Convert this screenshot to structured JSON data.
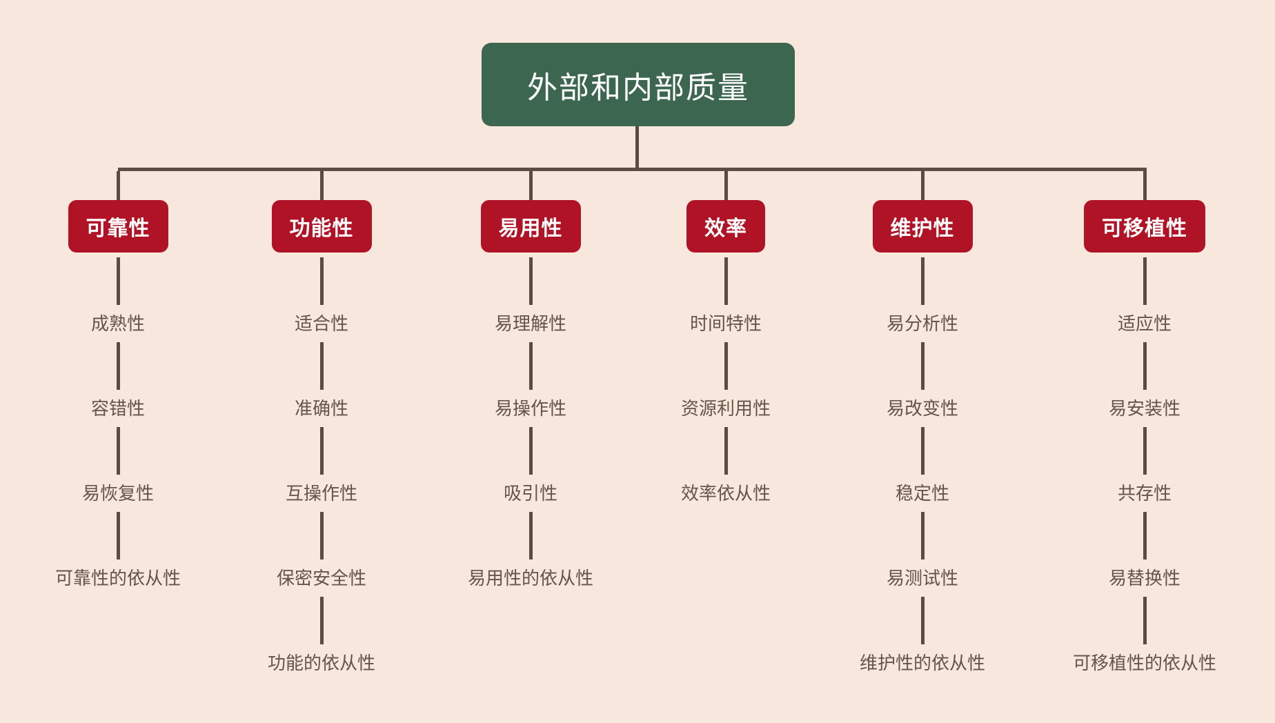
{
  "diagram": {
    "title": "外部和内部质量",
    "colors": {
      "background": "#f7e7dc",
      "root_fill": "#3d6651",
      "branch_fill": "#b01226",
      "node_text": "#ffffff",
      "connector_line": "#5d4a42",
      "leaf_text": "#665349"
    },
    "branches": [
      {
        "label": "可靠性",
        "children": [
          "成熟性",
          "容错性",
          "易恢复性",
          "可靠性的依从性"
        ]
      },
      {
        "label": "功能性",
        "children": [
          "适合性",
          "准确性",
          "互操作性",
          "保密安全性",
          "功能的依从性"
        ]
      },
      {
        "label": "易用性",
        "children": [
          "易理解性",
          "易操作性",
          "吸引性",
          "易用性的依从性"
        ]
      },
      {
        "label": "效率",
        "children": [
          "时间特性",
          "资源利用性",
          "效率依从性"
        ]
      },
      {
        "label": "维护性",
        "children": [
          "易分析性",
          "易改变性",
          "稳定性",
          "易测试性",
          "维护性的依从性"
        ]
      },
      {
        "label": "可移植性",
        "children": [
          "适应性",
          "易安装性",
          "共存性",
          "易替换性",
          "可移植性的依从性"
        ]
      }
    ]
  }
}
